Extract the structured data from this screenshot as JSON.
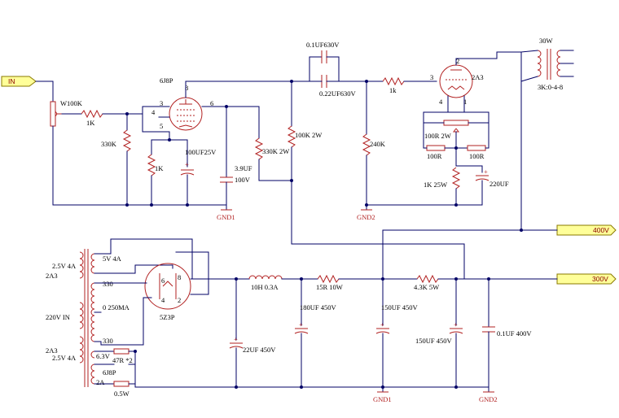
{
  "ports": {
    "in": "IN",
    "b400": "400V",
    "b300": "300V"
  },
  "grounds": {
    "gnd1_top": "GND1",
    "gnd2_top": "GND2",
    "gnd1_bottom": "GND1",
    "gnd2_bottom": "GND2"
  },
  "amp": {
    "w100k": "W100K",
    "r1k_in": "1K",
    "r330k_grid": "330K",
    "tube_6j8p": "6J8P",
    "pin8": "8",
    "pin3": "3",
    "pin4": "4",
    "pin5": "5",
    "pin6": "6",
    "r1k_cath": "1K",
    "c100uf": "100UF25V",
    "c3_9uf": "3.9UF",
    "c3_9uf_v": "100V",
    "r330k_2w": "330K 2W",
    "r100k_2w": "100K 2W",
    "c01uf": "0.1UF630V",
    "c022uf": "0.22UF630V",
    "r1k_grid": "1k",
    "r240k": "240K",
    "tube_2a3": "2A3",
    "pin2": "2",
    "pin3b": "3",
    "pin4b": "4",
    "pin1": "1",
    "r100r2w": "100R 2W",
    "r100r_a": "100R",
    "r100r_b": "100R",
    "r1k25w": "1K 25W",
    "c220uf": "220UF",
    "ot_power": "30W",
    "ot_ratio": "3K:0-4-8"
  },
  "psu": {
    "sec_5v": "5V 4A",
    "sec_25v_top": "2.5V 4A",
    "sec_2a3_top": "2A3",
    "tap_330_top": "330",
    "tap_0": "0  250MA",
    "pri_220": "220V IN",
    "tap_330_bot": "330",
    "sec_2a3_bot": "2A3",
    "sec_25v_bot": "2.5V 4A",
    "sec_63v": "6.3V",
    "r47r": "47R *2",
    "sec_6j8p": "6J8P",
    "sec_2a": "2A",
    "r05w": "0.5W",
    "rect_tube": "5Z3P",
    "rect_pin8": "8",
    "rect_pin6": "6",
    "rect_pin4": "4",
    "rect_pin2": "2",
    "c22uf": "22UF  450V",
    "l10h": "10H 0.3A",
    "r15r": "15R 10W",
    "c180uf": "180UF 450V",
    "c150uf_a": "150UF 450V",
    "r43k": "4.3K 5W",
    "c150uf_b": "150UF 450V",
    "c01uf400": "0.1UF 400V"
  }
}
